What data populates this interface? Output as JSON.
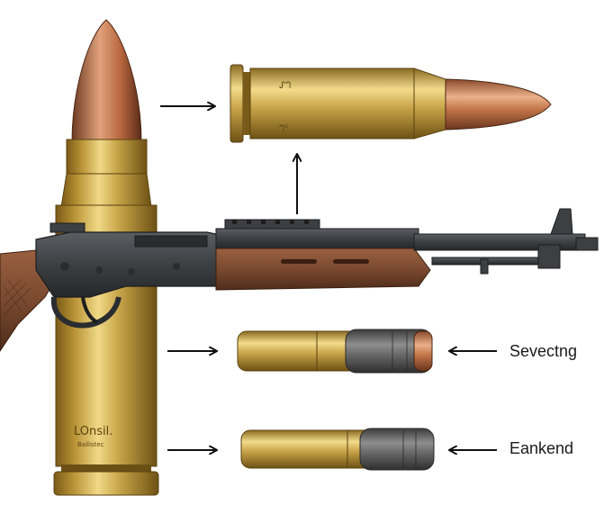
{
  "labels": {
    "upper_round": "Sevectng",
    "lower_round": "Eankend"
  },
  "large_cartridge": {
    "headstamp_line1": "LOnsil.",
    "headstamp_line2": "Ballistec"
  },
  "cartridge_headstamp": [
    "ᔑᘃ",
    "ᘃᕐ"
  ],
  "colors": {
    "brass": "#c9a64a",
    "brass_dark": "#8f6f22",
    "copper": "#c98158",
    "steel_gray": "#6b6b6b",
    "rifle_metal": "#3d4043",
    "wood": "#7a4a30",
    "arrow": "#111111"
  },
  "icons": [
    "arrow-right-icon",
    "arrow-up-icon",
    "arrow-left-icon"
  ]
}
